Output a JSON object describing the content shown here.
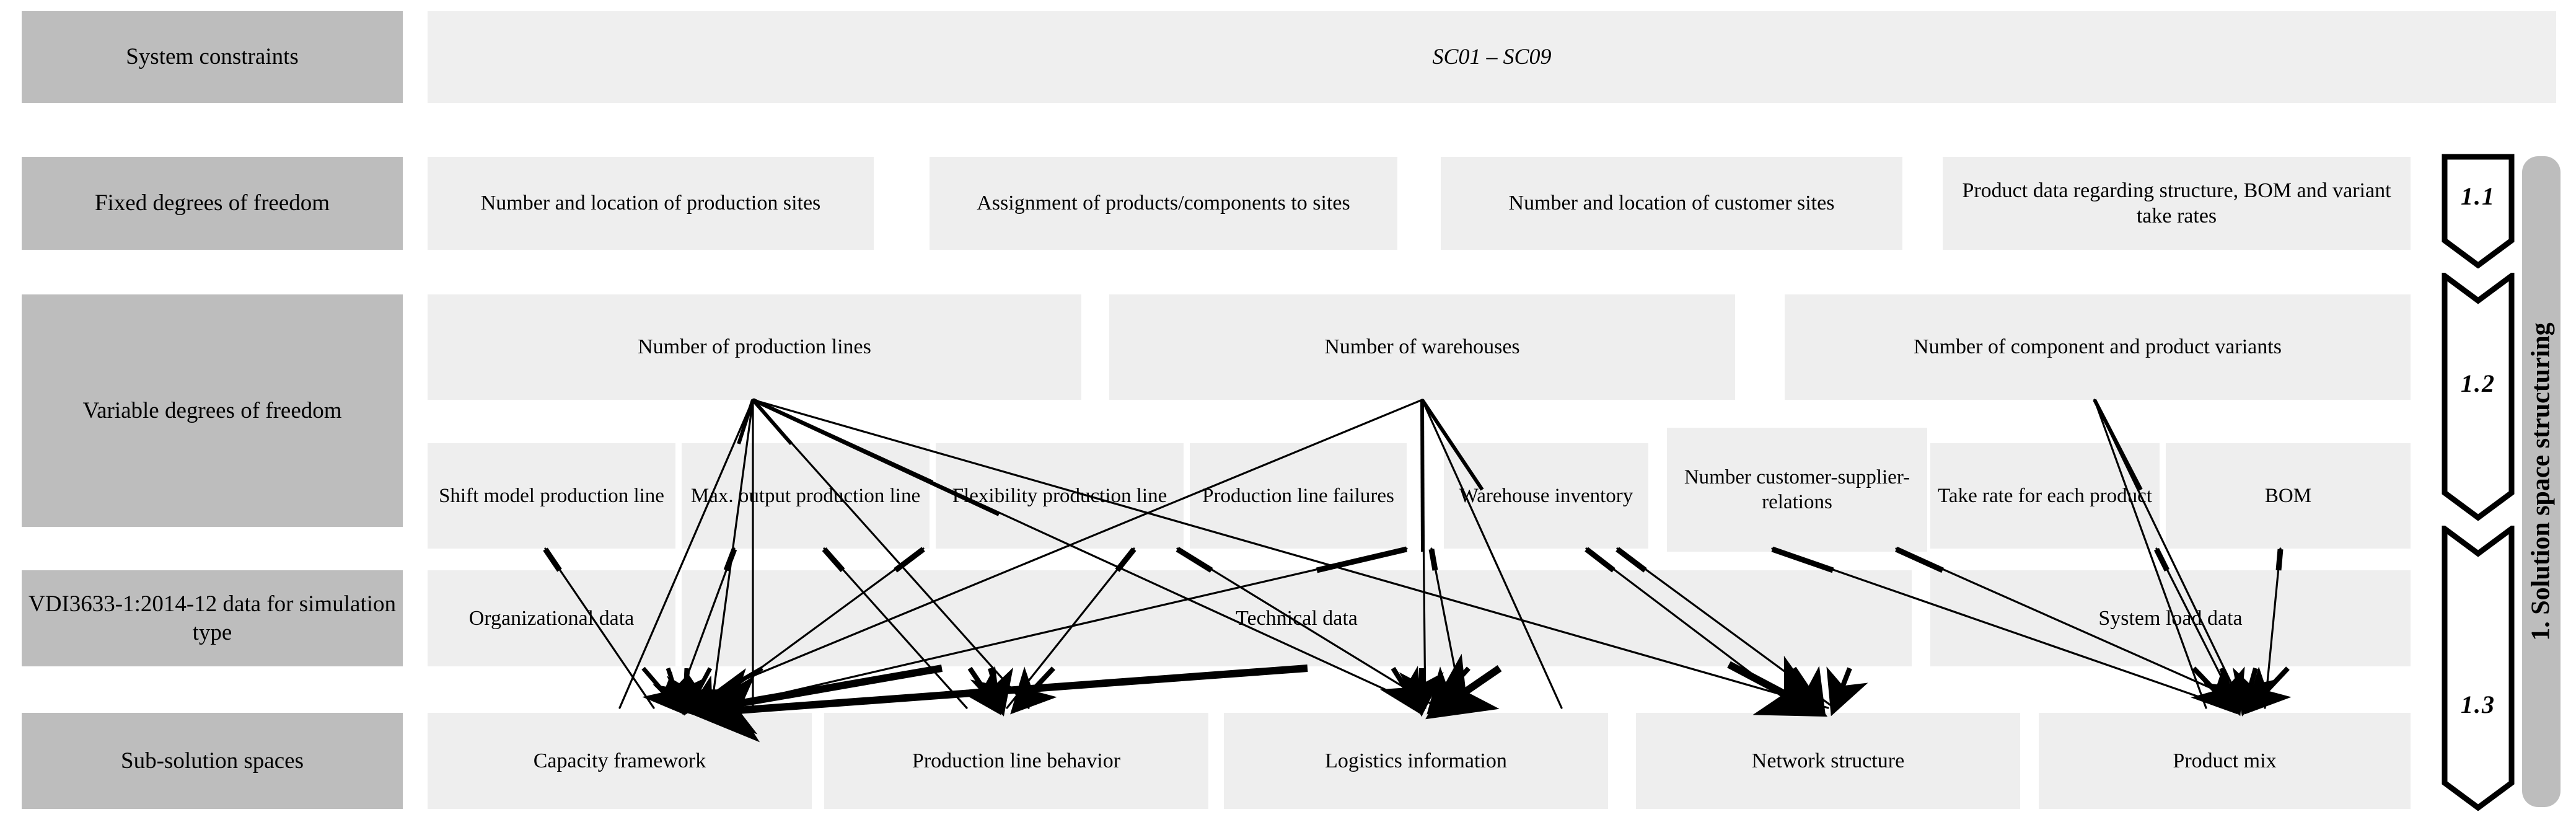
{
  "diagram": {
    "title_sidebar": "1. Solution space structuring",
    "colors": {
      "row_label_bg": "#bdbdbd",
      "cell_bg": "#eeeeee",
      "band_bg": "#efefef",
      "line": "#000000"
    },
    "rows": [
      {
        "id": "system-constraints",
        "label": "System constraints",
        "band_text": "SC01 – SC09"
      },
      {
        "id": "fixed-degrees-of-freedom",
        "label": "Fixed degrees of freedom",
        "cells": [
          "Number and location of production sites",
          "Assignment of products/components to sites",
          "Number and location of customer sites",
          "Product data regarding structure, BOM and variant take rates"
        ]
      },
      {
        "id": "variable-degrees-of-freedom",
        "label": "Variable degrees of freedom",
        "cells_top": [
          "Number of production lines",
          "Number of warehouses",
          "Number of component and product variants"
        ],
        "cells_bottom": [
          "Shift model production line",
          "Max. output production line",
          "Flexibility production line",
          "Production line failures",
          "Warehouse inventory",
          "Number customer-supplier-relations",
          "Take rate for each product",
          "BOM"
        ]
      },
      {
        "id": "vdi-data",
        "label": "VDI3633-1:2014-12 data for simulation type",
        "cells": [
          "Organizational data",
          "Technical data",
          "System load data"
        ]
      },
      {
        "id": "sub-solution-spaces",
        "label": "Sub-solution spaces",
        "cells": [
          "Capacity framework",
          "Production line behavior",
          "Logistics information",
          "Network structure",
          "Product mix"
        ]
      }
    ],
    "chevrons": [
      {
        "id": "step-1-1",
        "label": "1.1"
      },
      {
        "id": "step-1-2",
        "label": "1.2"
      },
      {
        "id": "step-1-3",
        "label": "1.3"
      }
    ]
  }
}
